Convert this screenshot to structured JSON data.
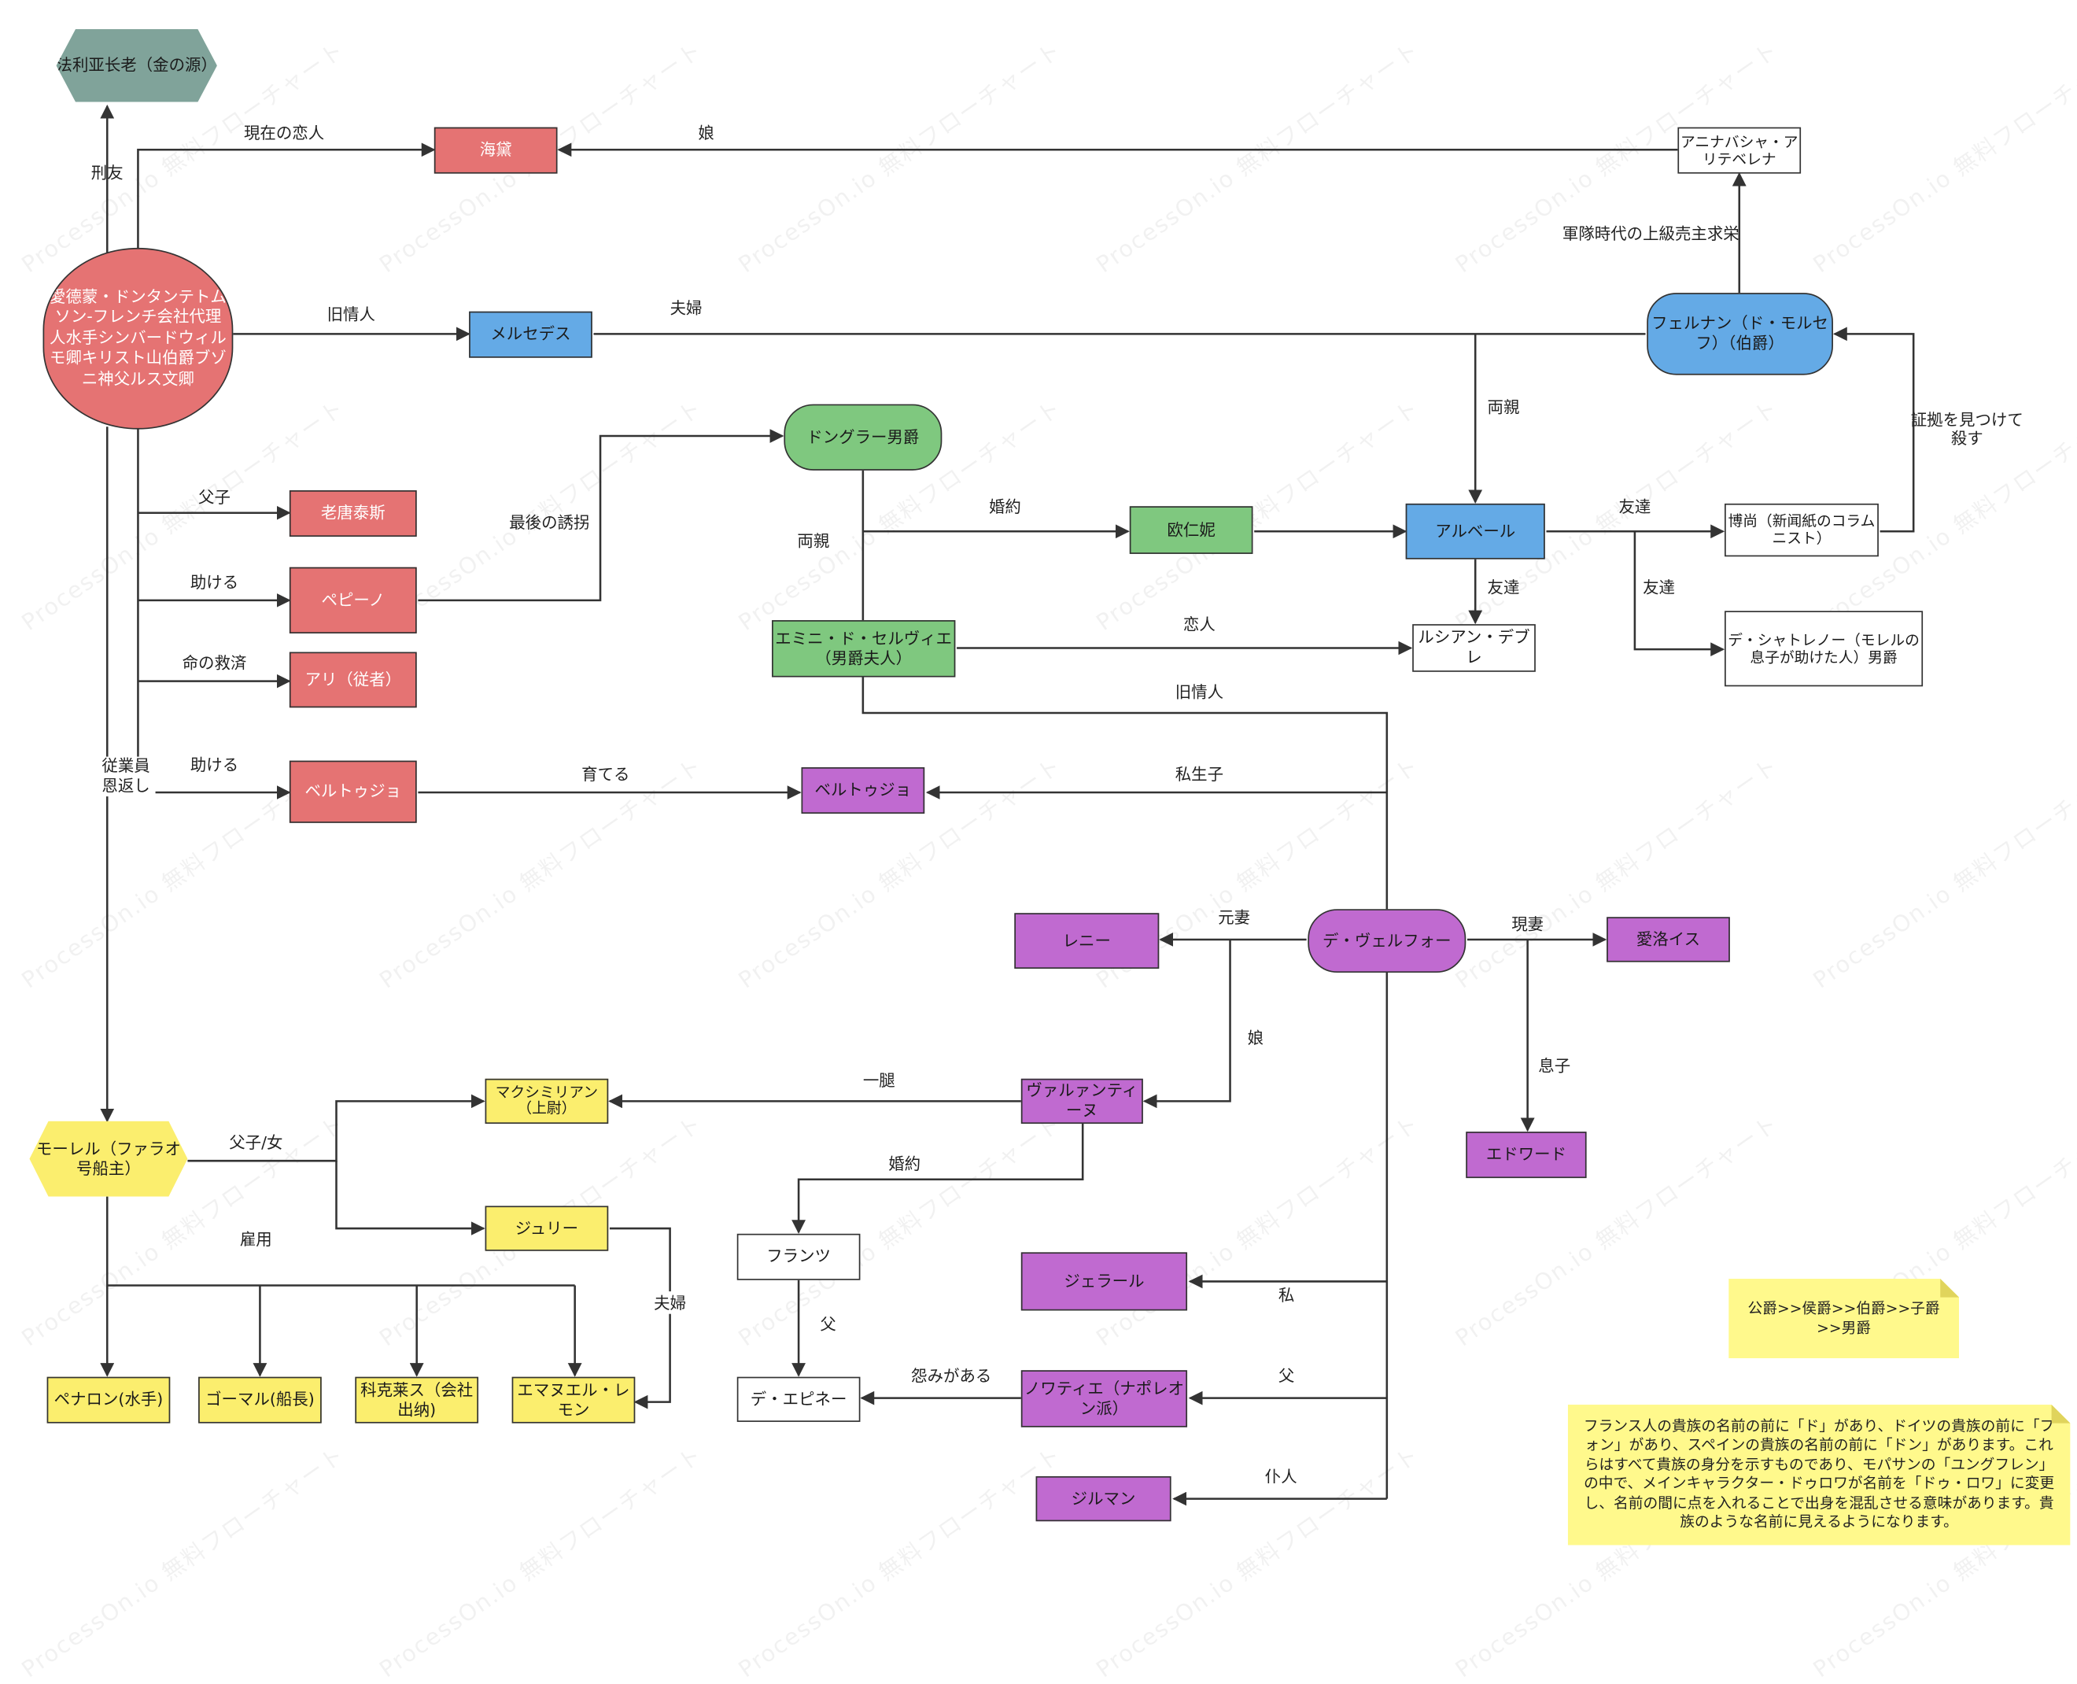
{
  "watermark_text": "ProcessOn.io 無料フローチャート",
  "colors": {
    "red": "#e57373",
    "blue": "#64aae6",
    "green": "#7fc87f",
    "purple": "#c06ad0",
    "yellow": "#fbee6e",
    "gray": "#80a39a",
    "note": "#fff98c"
  },
  "nodes": {
    "faria": "法利亚长老（金の源）",
    "dantes": "愛德蒙・ドンタンテトムソン-フレンチ会社代理人水手シンバードウィルモ卿キリスト山伯爵ブゾニ神父ルス文卿",
    "haidee": "海黛",
    "ali_tebelin_daughter": "アニナバシャ・アリテベレナ",
    "mercedes": "メルセデス",
    "fernand": "フェルナン（ド・モルセフ）（伯爵）",
    "danglars": "ドングラー男爵",
    "old_dantes": "老唐泰斯",
    "peppino": "ペピーノ",
    "ali": "アリ（従者）",
    "bertuccio_red": "ベルトゥジョ",
    "eugenie": "欧仁妮",
    "albert": "アルベール",
    "beauchamp": "博尚（新闻紙のコラムニスト）",
    "chateau_renaud": "デ・シャトレノー（モレルの息子が助けた人）男爵",
    "hermine": "エミニ・ド・セルヴィエ（男爵夫人）",
    "lucien": "ルシアン・デブレ",
    "bertuccio_purple": "ベルトゥジョ",
    "villefort": "デ・ヴェルフォー",
    "renee": "レニー",
    "heloise": "愛洛イス",
    "edouard": "エドワード",
    "valentine": "ヴァルァンティーヌ",
    "maximilien": "マクシミリアン（上尉）",
    "julie": "ジュリー",
    "morrel": "モーレル（ファラオ号船主）",
    "franz": "フランツ",
    "epinay": "デ・エピネー",
    "gerard": "ジェラール",
    "noirtier": "ノワティエ（ナポレオン派）",
    "germain": "ジルマン",
    "penelon": "ペナロン(水手)",
    "gaumard": "ゴーマル(船長)",
    "cocles": "科克莱ス（会社出纳)",
    "emmanuel": "エマヌエル・レモン"
  },
  "edge_labels": {
    "xingyou": "刑友",
    "current_lover": "現在の恋人",
    "daughter_top": "娘",
    "old_lover_mercedes": "旧情人",
    "couple_top": "夫婦",
    "army_seller": "軍隊時代の上級売主求栄",
    "parents_fernand": "両親",
    "proof_kill": "証拠を見つけて殺す",
    "father_son": "父子",
    "last_lure": "最後の誘拐",
    "help_peppino": "助ける",
    "life_saving": "命の救済",
    "help_bertuccio": "助ける",
    "employee_return": "従業員恩返し",
    "parents_danglars": "両親",
    "engaged_eugenie": "婚約",
    "friend_beauchamp": "友達",
    "friend_lucien": "友達",
    "friend_chateau": "友達",
    "lover_lucien": "恋人",
    "old_lover_villefort": "旧情人",
    "raise": "育てる",
    "illegitimate": "私生子",
    "ex_wife": "元妻",
    "current_wife": "現妻",
    "daughter_valentine": "娘",
    "son": "息子",
    "devotion": "一腿",
    "father_daughter": "父子/女",
    "employ": "雇用",
    "engaged_franz": "婚約",
    "father_franz": "父",
    "grudge": "怨みがある",
    "couple_julie": "夫婦",
    "private": "私",
    "father_noirtier": "父",
    "servant": "仆人"
  },
  "notes": {
    "rank": "公爵>>侯爵>>伯爵>>子爵>>男爵",
    "names": "フランス人の貴族の名前の前に「ド」があり、ドイツの貴族の前に「フォン」があり、スペインの貴族の名前の前に「ドン」があります。これらはすべて貴族の身分を示すものであり、モパサンの「ユングフレン」の中で、メインキャラクター・ドゥロワが名前を「ドゥ・ロワ」に変更し、名前の間に点を入れることで出身を混乱させる意味があります。貴族のような名前に見えるようになります。"
  }
}
